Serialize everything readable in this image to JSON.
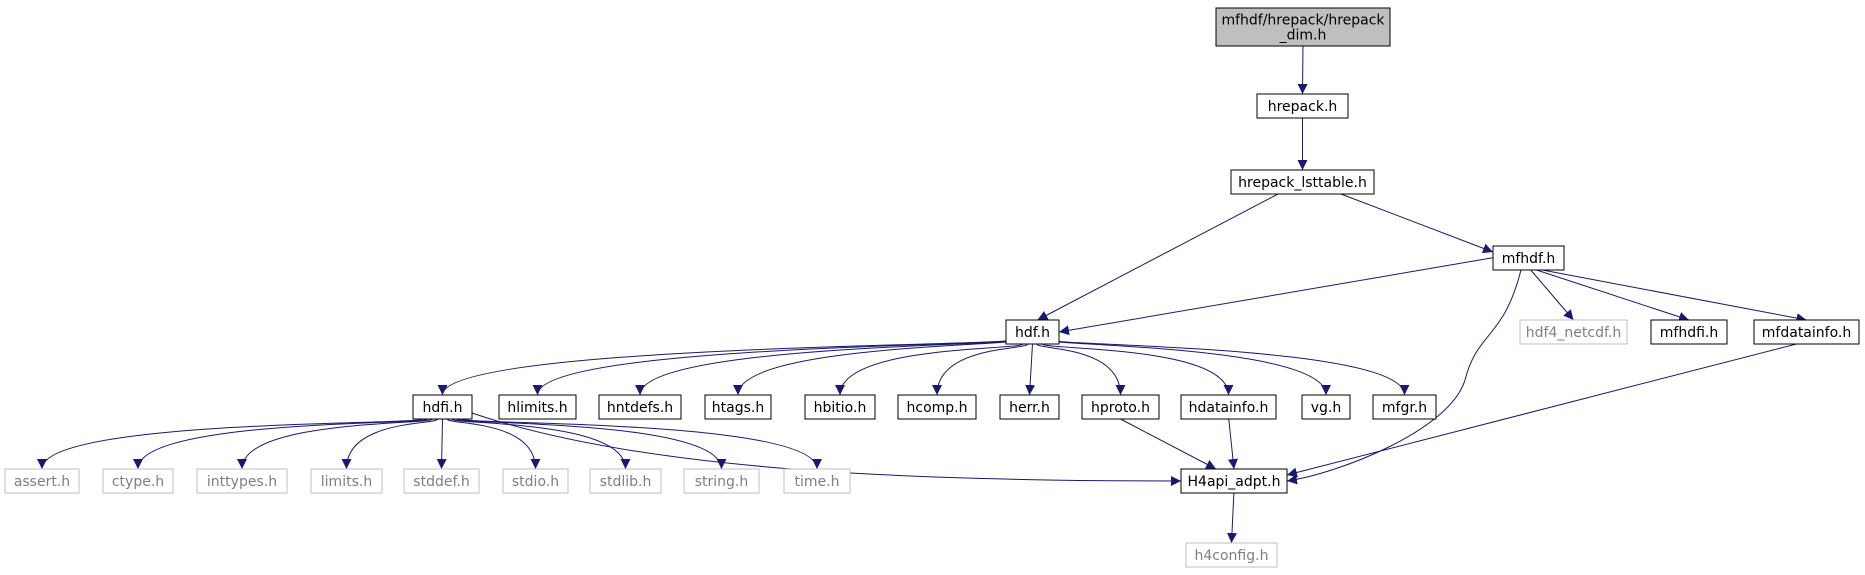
{
  "colors": {
    "edge": "#191970",
    "root_fill": "#bfbfbf",
    "node_border": "#000000",
    "missing_border": "#bfbfbf",
    "missing_text": "#7f7f7f",
    "text": "#000000"
  },
  "nodes": [
    {
      "id": "root",
      "lines": [
        "mfhdf/hrepack/hrepack",
        "_dim.h"
      ],
      "kind": "root"
    },
    {
      "id": "hrepack_h",
      "lines": [
        "hrepack.h"
      ],
      "kind": "normal"
    },
    {
      "id": "hrepack_lsttable_h",
      "lines": [
        "hrepack_lsttable.h"
      ],
      "kind": "normal"
    },
    {
      "id": "mfhdf_h",
      "lines": [
        "mfhdf.h"
      ],
      "kind": "normal"
    },
    {
      "id": "hdf_h",
      "lines": [
        "hdf.h"
      ],
      "kind": "normal"
    },
    {
      "id": "hdf4_netcdf_h",
      "lines": [
        "hdf4_netcdf.h"
      ],
      "kind": "missing"
    },
    {
      "id": "mfhdfi_h",
      "lines": [
        "mfhdfi.h"
      ],
      "kind": "normal"
    },
    {
      "id": "mfdatainfo_h",
      "lines": [
        "mfdatainfo.h"
      ],
      "kind": "normal"
    },
    {
      "id": "hdfi_h",
      "lines": [
        "hdfi.h"
      ],
      "kind": "normal"
    },
    {
      "id": "hlimits_h",
      "lines": [
        "hlimits.h"
      ],
      "kind": "normal"
    },
    {
      "id": "hntdefs_h",
      "lines": [
        "hntdefs.h"
      ],
      "kind": "normal"
    },
    {
      "id": "htags_h",
      "lines": [
        "htags.h"
      ],
      "kind": "normal"
    },
    {
      "id": "hbitio_h",
      "lines": [
        "hbitio.h"
      ],
      "kind": "normal"
    },
    {
      "id": "hcomp_h",
      "lines": [
        "hcomp.h"
      ],
      "kind": "normal"
    },
    {
      "id": "herr_h",
      "lines": [
        "herr.h"
      ],
      "kind": "normal"
    },
    {
      "id": "hproto_h",
      "lines": [
        "hproto.h"
      ],
      "kind": "normal"
    },
    {
      "id": "hdatainfo_h",
      "lines": [
        "hdatainfo.h"
      ],
      "kind": "normal"
    },
    {
      "id": "vg_h",
      "lines": [
        "vg.h"
      ],
      "kind": "normal"
    },
    {
      "id": "mfgr_h",
      "lines": [
        "mfgr.h"
      ],
      "kind": "normal"
    },
    {
      "id": "assert_h",
      "lines": [
        "assert.h"
      ],
      "kind": "missing"
    },
    {
      "id": "ctype_h",
      "lines": [
        "ctype.h"
      ],
      "kind": "missing"
    },
    {
      "id": "inttypes_h",
      "lines": [
        "inttypes.h"
      ],
      "kind": "missing"
    },
    {
      "id": "limits_h",
      "lines": [
        "limits.h"
      ],
      "kind": "missing"
    },
    {
      "id": "stddef_h",
      "lines": [
        "stddef.h"
      ],
      "kind": "missing"
    },
    {
      "id": "stdio_h",
      "lines": [
        "stdio.h"
      ],
      "kind": "missing"
    },
    {
      "id": "stdlib_h",
      "lines": [
        "stdlib.h"
      ],
      "kind": "missing"
    },
    {
      "id": "string_h",
      "lines": [
        "string.h"
      ],
      "kind": "missing"
    },
    {
      "id": "time_h",
      "lines": [
        "time.h"
      ],
      "kind": "missing"
    },
    {
      "id": "h4api_adpt_h",
      "lines": [
        "H4api_adpt.h"
      ],
      "kind": "normal"
    },
    {
      "id": "h4config_h",
      "lines": [
        "h4config.h"
      ],
      "kind": "missing"
    }
  ],
  "edges": [
    [
      "root",
      "hrepack_h"
    ],
    [
      "hrepack_h",
      "hrepack_lsttable_h"
    ],
    [
      "hrepack_lsttable_h",
      "hdf_h"
    ],
    [
      "hrepack_lsttable_h",
      "mfhdf_h"
    ],
    [
      "mfhdf_h",
      "hdf_h"
    ],
    [
      "mfhdf_h",
      "hdf4_netcdf_h"
    ],
    [
      "mfhdf_h",
      "mfhdfi_h"
    ],
    [
      "mfhdf_h",
      "mfdatainfo_h"
    ],
    [
      "mfhdf_h",
      "h4api_adpt_h"
    ],
    [
      "mfdatainfo_h",
      "h4api_adpt_h"
    ],
    [
      "hdf_h",
      "hdfi_h"
    ],
    [
      "hdf_h",
      "hlimits_h"
    ],
    [
      "hdf_h",
      "hntdefs_h"
    ],
    [
      "hdf_h",
      "htags_h"
    ],
    [
      "hdf_h",
      "hbitio_h"
    ],
    [
      "hdf_h",
      "hcomp_h"
    ],
    [
      "hdf_h",
      "herr_h"
    ],
    [
      "hdf_h",
      "hproto_h"
    ],
    [
      "hdf_h",
      "hdatainfo_h"
    ],
    [
      "hdf_h",
      "vg_h"
    ],
    [
      "hdf_h",
      "mfgr_h"
    ],
    [
      "hdfi_h",
      "assert_h"
    ],
    [
      "hdfi_h",
      "ctype_h"
    ],
    [
      "hdfi_h",
      "inttypes_h"
    ],
    [
      "hdfi_h",
      "limits_h"
    ],
    [
      "hdfi_h",
      "stddef_h"
    ],
    [
      "hdfi_h",
      "stdio_h"
    ],
    [
      "hdfi_h",
      "stdlib_h"
    ],
    [
      "hdfi_h",
      "string_h"
    ],
    [
      "hdfi_h",
      "time_h"
    ],
    [
      "hdfi_h",
      "h4api_adpt_h"
    ],
    [
      "hproto_h",
      "h4api_adpt_h"
    ],
    [
      "hdatainfo_h",
      "h4api_adpt_h"
    ],
    [
      "h4api_adpt_h",
      "h4config_h"
    ]
  ]
}
